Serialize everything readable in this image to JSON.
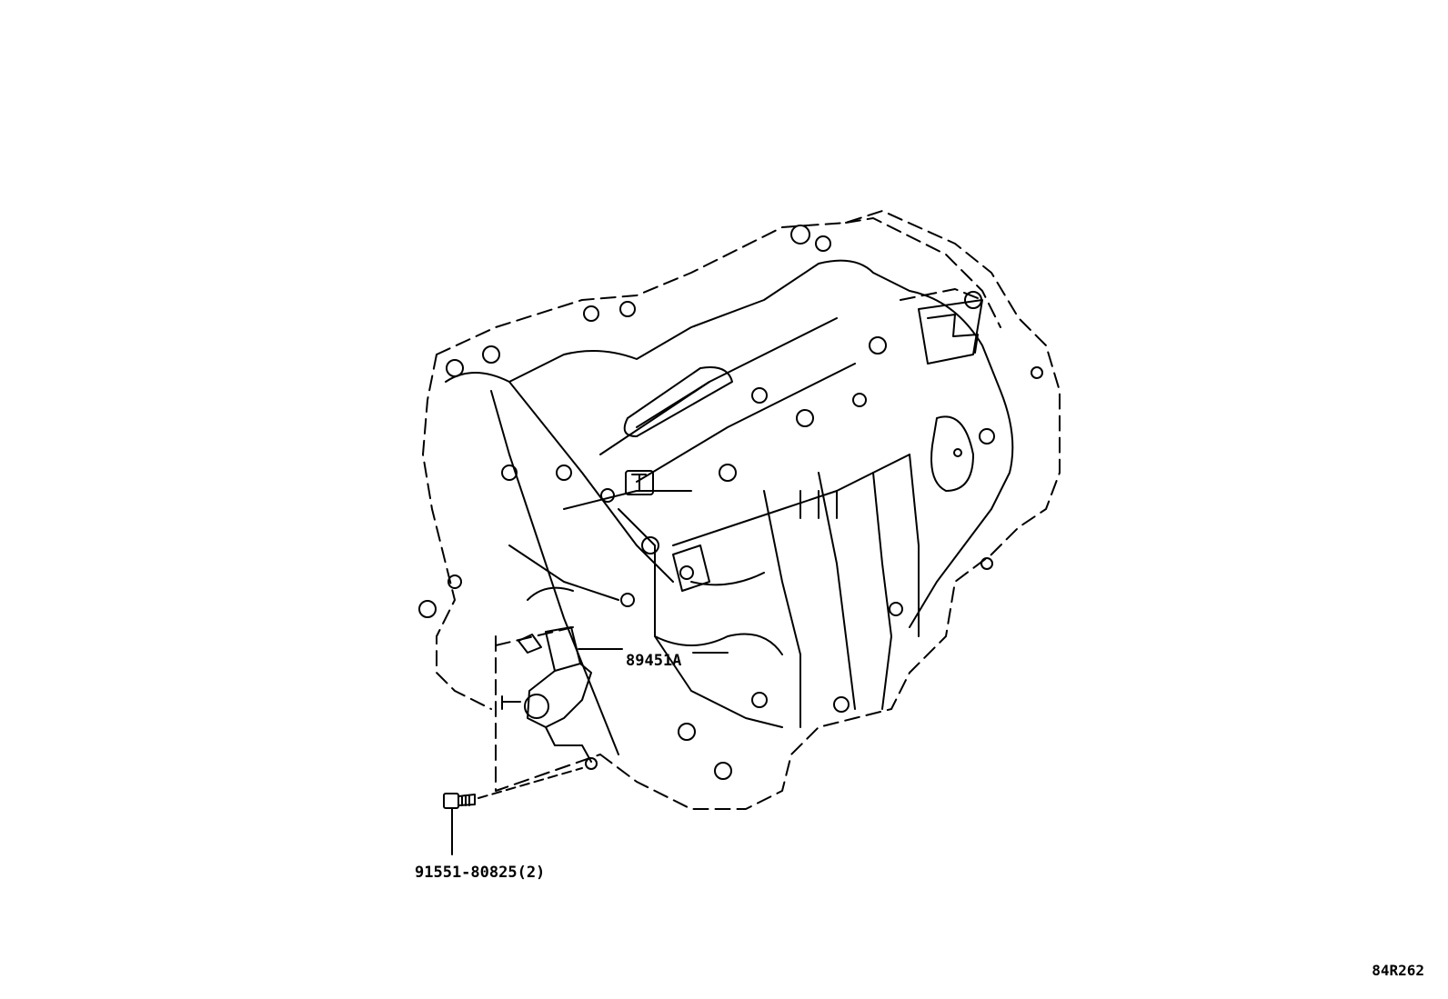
{
  "diagram": {
    "subject_icon": "transaxle-assembly-icon",
    "line_color": "#000000",
    "background_color": "#ffffff"
  },
  "callouts": {
    "sensor_part": "89451A",
    "bolt_part": "91551-80825(2)"
  },
  "reference_code": "84R262"
}
